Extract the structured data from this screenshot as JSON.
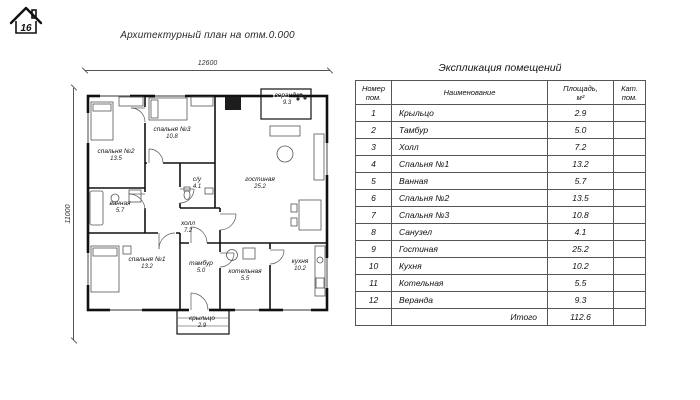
{
  "logo": {
    "number": "16"
  },
  "plan": {
    "title": "Архитектурный план на отм.0.000",
    "dim_width": "12600",
    "dim_height": "11000",
    "rooms": [
      {
        "name": "веранда",
        "area": "9.3"
      },
      {
        "name": "спальня №3",
        "area": "10.8"
      },
      {
        "name": "спальня №2",
        "area": "13.5"
      },
      {
        "name": "с/у",
        "area": "4.1"
      },
      {
        "name": "гостиная",
        "area": "25.2"
      },
      {
        "name": "ванная",
        "area": "5.7"
      },
      {
        "name": "холл",
        "area": "7.2"
      },
      {
        "name": "спальня №1",
        "area": "13.2"
      },
      {
        "name": "тамбур",
        "area": "5.0"
      },
      {
        "name": "котельная",
        "area": "5.5"
      },
      {
        "name": "кухня",
        "area": "10.2"
      },
      {
        "name": "крыльцо",
        "area": "2.9"
      }
    ]
  },
  "table": {
    "title": "Экспликация помещений",
    "headers": {
      "num": "Номер\nпом.",
      "name": "Наименование",
      "area": "Площадь,\nм²",
      "cat": "Кат.\nпом."
    },
    "rows": [
      {
        "num": "1",
        "name": "Крыльцо",
        "area": "2.9"
      },
      {
        "num": "2",
        "name": "Тамбур",
        "area": "5.0"
      },
      {
        "num": "3",
        "name": "Холл",
        "area": "7.2"
      },
      {
        "num": "4",
        "name": "Спальня №1",
        "area": "13.2"
      },
      {
        "num": "5",
        "name": "Ванная",
        "area": "5.7"
      },
      {
        "num": "6",
        "name": "Спальня №2",
        "area": "13.5"
      },
      {
        "num": "7",
        "name": "Спальня №3",
        "area": "10.8"
      },
      {
        "num": "8",
        "name": "Санузел",
        "area": "4.1"
      },
      {
        "num": "9",
        "name": "Гостиная",
        "area": "25.2"
      },
      {
        "num": "10",
        "name": "Кухня",
        "area": "10.2"
      },
      {
        "num": "11",
        "name": "Котельная",
        "area": "5.5"
      },
      {
        "num": "12",
        "name": "Веранда",
        "area": "9.3"
      }
    ],
    "total_label": "Итого",
    "total_value": "112.6"
  }
}
